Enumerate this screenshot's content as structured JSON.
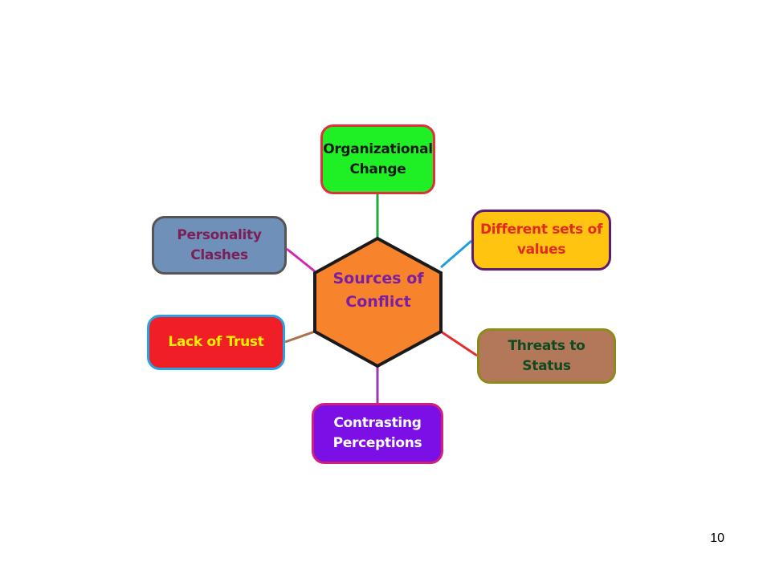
{
  "diagram": {
    "center": {
      "label": "Sources of\nConflict",
      "fill": "#f7832d",
      "text_color": "#7b1fa2"
    },
    "nodes": [
      {
        "id": "organizational-change",
        "label": "Organizational\nChange",
        "fill": "#1ff026",
        "border": "#e0303c",
        "text_color": "#1a1a1a",
        "connector": "#1faa40"
      },
      {
        "id": "different-sets-of-values",
        "label": "Different sets of\nvalues",
        "fill": "#ffc40f",
        "border": "#5b1d73",
        "text_color": "#e02b1e",
        "connector": "#1f9ee0"
      },
      {
        "id": "threats-to-status",
        "label": "Threats to\nStatus",
        "fill": "#b3785a",
        "border": "#8b8b1c",
        "text_color": "#0f4a20",
        "connector": "#e03030"
      },
      {
        "id": "contrasting-perceptions",
        "label": "Contrasting\nPerceptions",
        "fill": "#7b0fe6",
        "border": "#d0207a",
        "text_color": "#ffffff",
        "connector": "#9a3ab0"
      },
      {
        "id": "lack-of-trust",
        "label": "Lack of Trust",
        "fill": "#f01f26",
        "border": "#2aa3e6",
        "text_color": "#fff000",
        "connector": "#a8734d"
      },
      {
        "id": "personality-clashes",
        "label": "Personality\nClashes",
        "fill": "#6f90b8",
        "border": "#555555",
        "text_color": "#7b1f56",
        "connector": "#d02ab4"
      }
    ]
  },
  "page_number": "10"
}
